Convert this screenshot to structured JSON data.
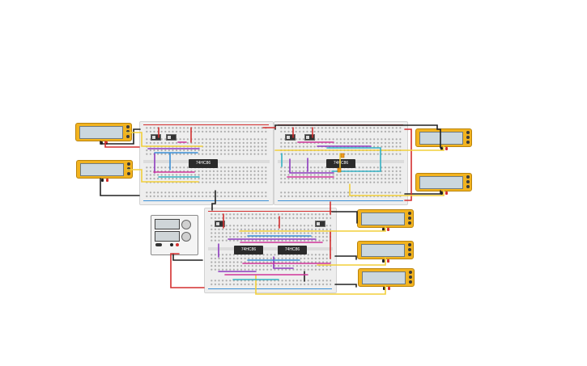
{
  "canvas": {
    "background": "#ffffff"
  },
  "chips": {
    "u1": {
      "label": "74HC86"
    },
    "u2": {
      "label": "74HC86"
    },
    "u3": {
      "label": "74HC86"
    },
    "u4": {
      "label": "74HC86"
    }
  },
  "colors": {
    "wire_red": "#d32f2f",
    "wire_black": "#222222",
    "wire_yellow": "#f2cf3a",
    "wire_purple": "#8e3bbf",
    "wire_magenta": "#d0359a",
    "wire_blue": "#3a8fd6",
    "wire_cyan": "#35b1c4",
    "meter_body": "#f2b31f",
    "breadboard": "#eeeeee"
  },
  "icons": {
    "multimeter": "multimeter-icon",
    "power_supply": "dc-power-supply-icon",
    "switch": "slide-switch-icon"
  }
}
